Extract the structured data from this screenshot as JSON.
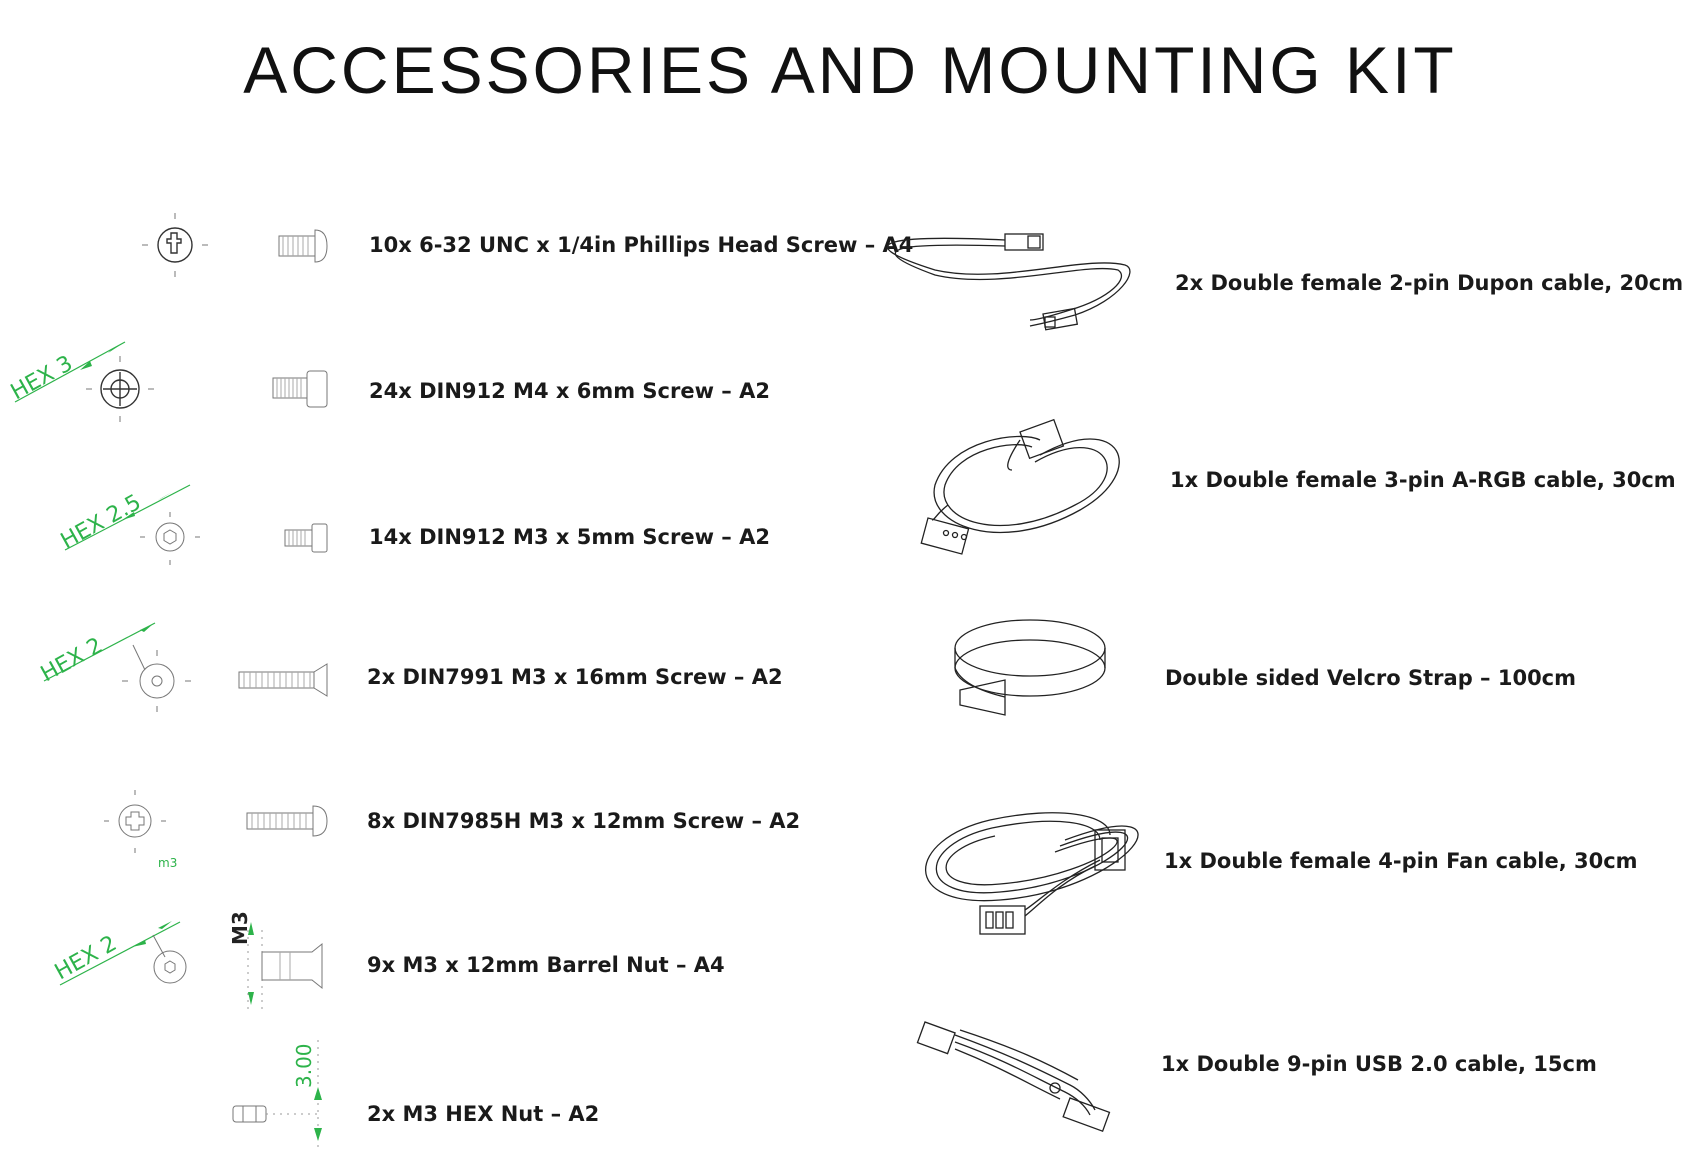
{
  "title": "ACCESSORIES AND MOUNTING KIT",
  "left_items": [
    {
      "text": "10x 6-32 UNC x 1/4in Phillips Head Screw – A4"
    },
    {
      "text": "24x DIN912 M4 x 6mm Screw – A2",
      "hex_label": "HEX 3"
    },
    {
      "text": "14x DIN912 M3 x 5mm Screw – A2",
      "hex_label": "HEX 2.5"
    },
    {
      "text": "2x DIN7991 M3 x 16mm Screw – A2",
      "hex_label": "HEX 2"
    },
    {
      "text": "8x DIN7985H M3 x 12mm Screw – A2",
      "size_label": "m3"
    },
    {
      "text": "9x M3 x 12mm Barrel Nut – A4",
      "hex_label": "HEX 2",
      "dim_label": "M3"
    },
    {
      "text": "2x M3 HEX Nut – A2",
      "dim_label": "3.00"
    }
  ],
  "right_items": [
    {
      "text": "2x Double female 2-pin Dupon cable, 20cm"
    },
    {
      "text": "1x Double female 3-pin A-RGB cable, 30cm"
    },
    {
      "text": "Double sided Velcro Strap – 100cm"
    },
    {
      "text": "1x Double female 4-pin Fan cable, 30cm"
    },
    {
      "text": "1x Double 9-pin USB 2.0 cable, 15cm"
    }
  ],
  "colors": {
    "dimension_green": "#2db34a",
    "line": "#333333",
    "text": "#1a1a1a"
  }
}
